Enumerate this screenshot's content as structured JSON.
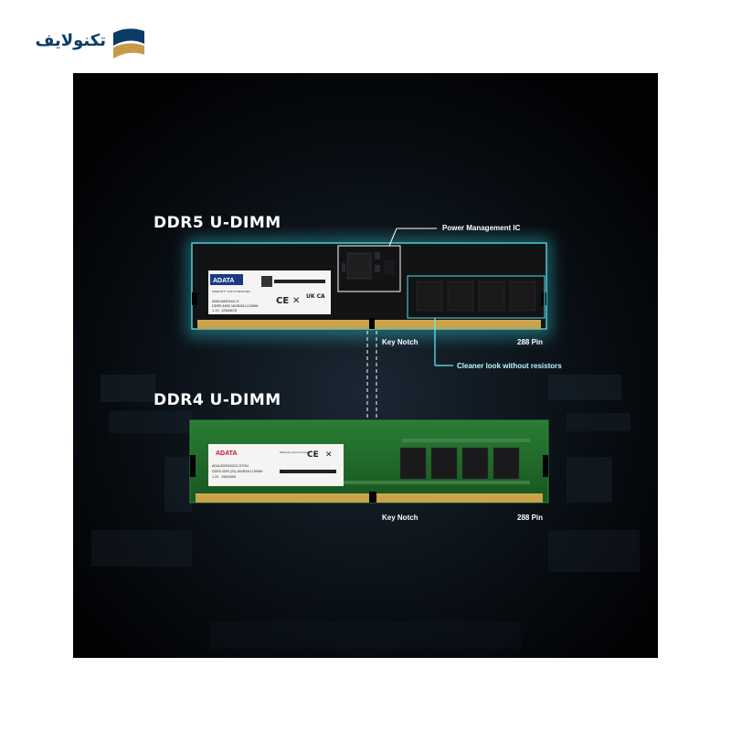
{
  "brand": {
    "name": "تکنولایف",
    "colors": {
      "navy": "#0b3c68",
      "gold": "#c79a4a"
    }
  },
  "image": {
    "colors": {
      "background": "#020305",
      "glow": "#39e6f2",
      "ddr5_pcb": "#111315",
      "ddr4_pcb": "#1f6a2b"
    },
    "ddr5": {
      "heading": "DDR5 U-DIMM",
      "label": {
        "brand": "ADATA",
        "part": "AD5U480016G-S",
        "spec": "DDR5 4800 16GBX8 U-DIMM",
        "voltage": "1.1V",
        "serial": "12345678",
        "warranty": "WARRANTY VOID IF REMOVED",
        "marks": "UK CA"
      },
      "callouts": {
        "pmic": "Power Management IC",
        "key_notch": "Key Notch",
        "pins": "288 Pin",
        "cleaner": "Cleaner look without resistors"
      }
    },
    "ddr4": {
      "heading": "DDR4 U-DIMM",
      "label": {
        "brand": "ADATA",
        "part": "AD4U320016G22-DTGN",
        "spec": "DDR4 3200 (22)-16GBX8 U-DIMM",
        "voltage": "1.2V",
        "serial": "19603009",
        "warranty": "Warranty void if removed",
        "marks": "CE"
      },
      "callouts": {
        "key_notch": "Key Notch",
        "pins": "288 Pin"
      }
    }
  }
}
